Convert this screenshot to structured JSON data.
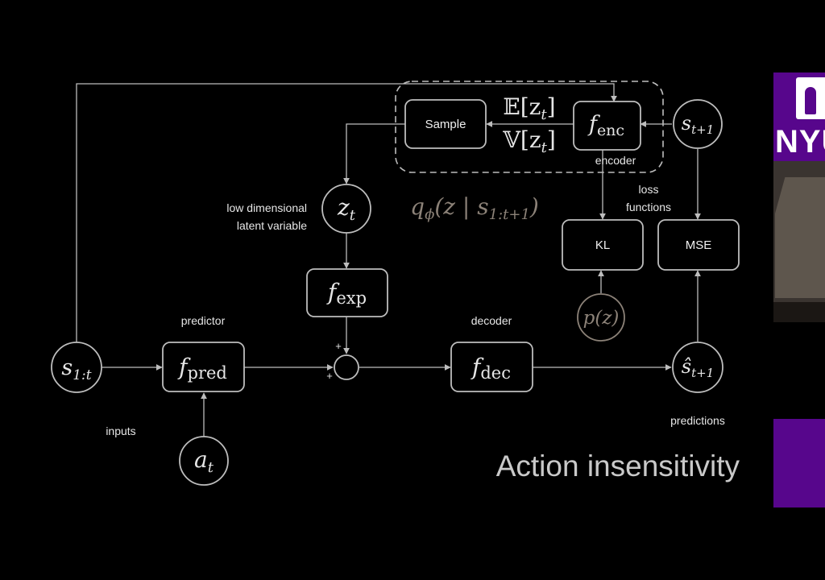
{
  "slide": {
    "title": "Action insensitivity",
    "logo_text": "NYU",
    "colors": {
      "background": "#000000",
      "stroke": "#bdbdbd",
      "text": "#e6e6e6",
      "muted_formula": "#8c8278",
      "brand": "#57068c"
    }
  },
  "nodes": {
    "s_past": "s",
    "s_past_sub": "1:t",
    "a_t": "a",
    "a_t_sub": "t",
    "z_t": "z",
    "z_t_sub": "t",
    "s_next": "s",
    "s_next_sub": "t+1",
    "s_hat": "ŝ",
    "s_hat_sub": "t+1",
    "p_z": "p(z)",
    "f": "f",
    "f_pred_sub": "pred",
    "f_exp_sub": "exp",
    "f_dec_sub": "dec",
    "f_enc_sub": "enc",
    "sample": "Sample",
    "kl": "KL",
    "mse": "MSE",
    "exp_mean": "𝔼[z",
    "exp_mean_sub": "t",
    "exp_mean_close": "]",
    "var": "𝕍[z",
    "var_sub": "t",
    "var_close": "]",
    "formula": "q",
    "formula_sub": "ϕ",
    "formula_body": "(z | s",
    "formula_body_sub": "1:t+1",
    "formula_close": ")",
    "plus": "+"
  },
  "labels": {
    "predictor": "predictor",
    "decoder": "decoder",
    "encoder": "encoder",
    "inputs": "inputs",
    "predictions": "predictions",
    "latent_line1": "low dimensional",
    "latent_line2": "latent variable",
    "loss_line1": "loss",
    "loss_line2": "functions"
  }
}
